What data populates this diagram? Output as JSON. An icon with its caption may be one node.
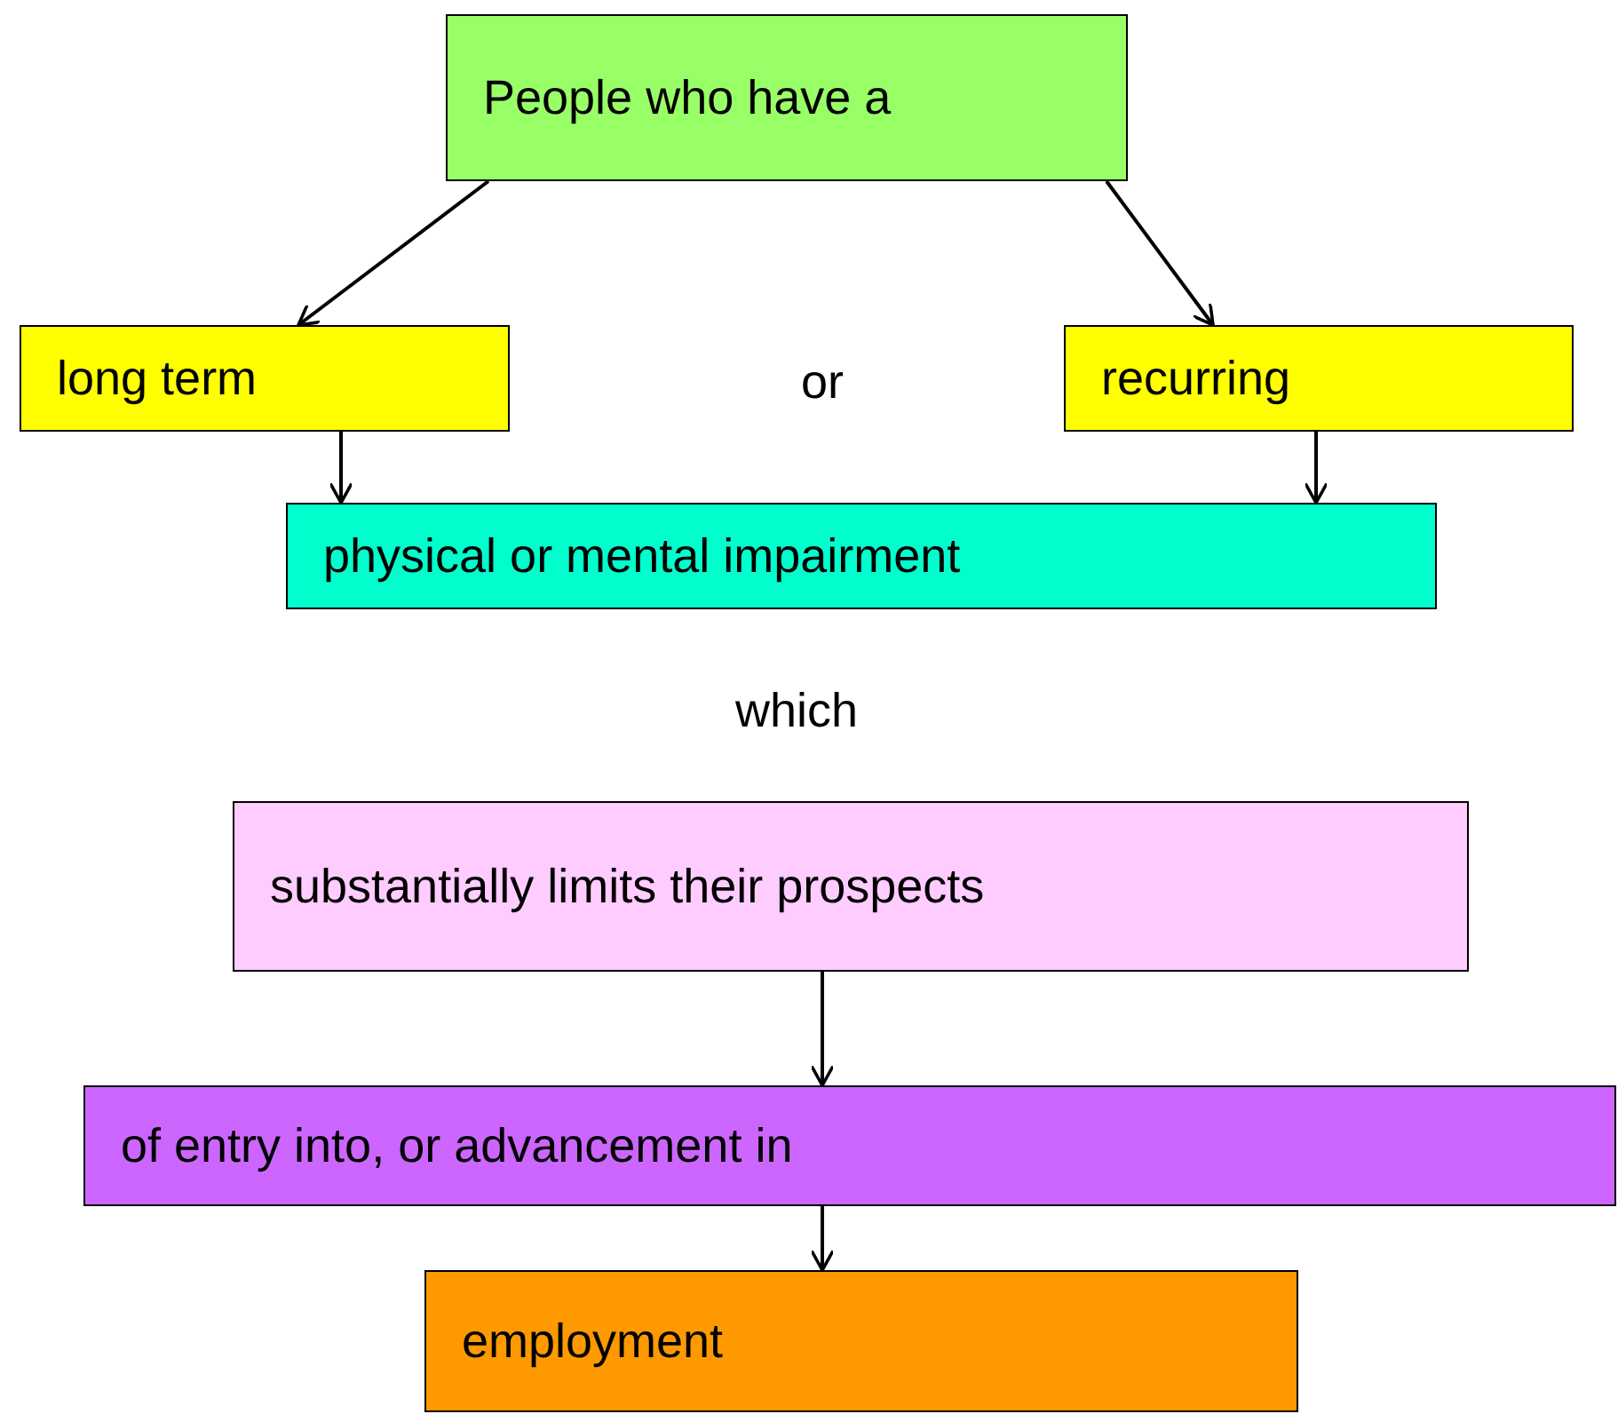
{
  "diagram": {
    "nodes": [
      {
        "text": [
          "People who have a"
        ]
      },
      {
        "text": [
          "long term"
        ]
      },
      {
        "text": [
          "recurring"
        ]
      },
      {
        "text": [
          "physical or mental impairment"
        ]
      },
      {
        "text": [
          "substantially limits their prospects"
        ]
      },
      {
        "text": [
          "of entry into, or advancement in"
        ]
      },
      {
        "text": [
          "employment"
        ]
      }
    ],
    "edges": [
      {
        "from": 0,
        "to": 1,
        "arrow": "to"
      },
      {
        "from": 0,
        "to": 2,
        "arrow": "to"
      },
      {
        "from": 1,
        "to": 3,
        "arrow": "to"
      },
      {
        "from": 2,
        "to": 3,
        "arrow": "to"
      },
      {
        "from": 4,
        "to": 5,
        "arrow": "to"
      },
      {
        "from": 5,
        "to": 6,
        "arrow": "to"
      }
    ],
    "labels": [
      "or",
      "which"
    ]
  }
}
